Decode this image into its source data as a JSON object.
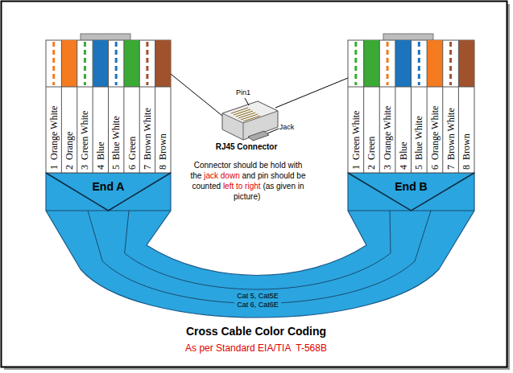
{
  "diagram": {
    "title": "Cross Cable Color Coding",
    "caption": "As per Standard EIA/TIA  T-568B",
    "nodes": [
      {
        "text": [
          "End A"
        ]
      },
      {
        "text": [
          "End B"
        ]
      },
      {
        "text": [
          "Cat 5, Cat5E",
          "Cat 6, Cat6E"
        ]
      }
    ],
    "labels": [
      "1",
      "Orange White",
      "2",
      "Orange",
      "3",
      "Green White",
      "4",
      "Blue",
      "5",
      "Blue White",
      "6",
      "Green",
      "7",
      "Brown White",
      "8",
      "Brown",
      "1",
      "Green White",
      "2",
      "Green",
      "3",
      "Orange White",
      "4",
      "Blue",
      "5",
      "Blue White",
      "6",
      "Orange White",
      "7",
      "Brown White",
      "8",
      "Brown",
      "Pin1",
      "Jack",
      "RJ45 Connector",
      "Connector should be hold with the",
      "jack down",
      "and pin should be counted",
      "left to right",
      "(as given in picture)"
    ]
  }
}
